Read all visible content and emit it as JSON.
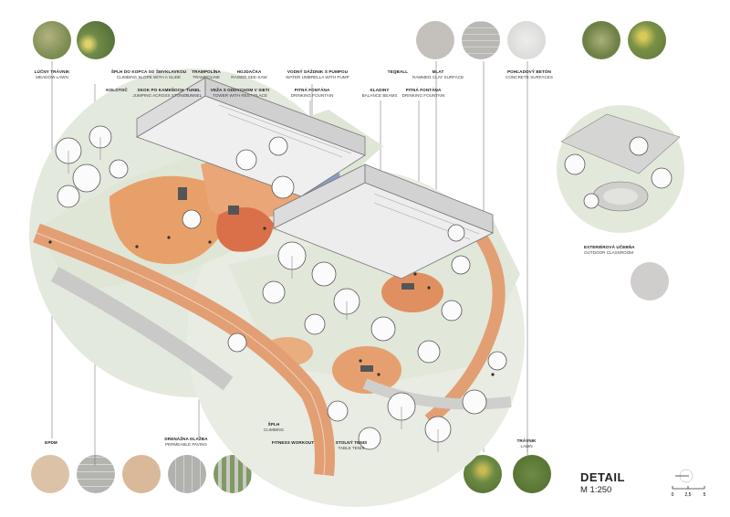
{
  "title": "DETAIL",
  "scale": "M 1:250",
  "scale_bar": {
    "ticks": [
      "0",
      "2,5",
      "5"
    ]
  },
  "labels": {
    "lucny_travnik": {
      "cz": "LÚČNY TRÁVNIK",
      "en": "MEADOW LAWN"
    },
    "splh_do_kopca": {
      "cz": "ŠPLH DO KOPCA SO ŠMYKLAVKOU",
      "en": "CLIMBING SLOPE WITH A SLIDE"
    },
    "trampolina": {
      "cz": "TRAMPOLÍNA",
      "en": "TRAMPOLINE"
    },
    "hojdacka": {
      "cz": "HOJDAČKA",
      "en": "RAISED SEE-SAW"
    },
    "vodny_dazdnik": {
      "cz": "VODNÝ DÁŽDNIK S PUMPOU",
      "en": "WATER UMBRELLA WITH PUMP"
    },
    "teqball": {
      "cz": "TEQBALL",
      "en": ""
    },
    "mlat": {
      "cz": "MLAT",
      "en": "RAMMED CLAY SURFACE"
    },
    "pohladovy_beton": {
      "cz": "POHĽADOVÝ BETÓN",
      "en": "CONCRETE SURFACES"
    },
    "kolotoc": {
      "cz": "KOLOTOČ",
      "en": ""
    },
    "skok_po_kamenoch": {
      "cz": "SKOK PO KAMEŇOCH",
      "en": "JUMPING ACROSS STONES"
    },
    "tunel": {
      "cz": "TUNEL",
      "en": "TUNNEL"
    },
    "veza": {
      "cz": "VEŽA S ODDYCHOM V SIETI",
      "en": "TOWER WITH REST PLACE"
    },
    "picia_fontana_1": {
      "cz": "PITNÁ FONTÁNA",
      "en": "DRINKING FOUNTAIN"
    },
    "kladiny": {
      "cz": "KLADINY",
      "en": "BALANCE BEAMS"
    },
    "picia_fontana_2": {
      "cz": "PITNÁ FONTÁNA",
      "en": "DRINKING FOUNTAIN"
    },
    "epdm": {
      "cz": "EPDM",
      "en": ""
    },
    "drenazna_dlazba": {
      "cz": "DRENÁŽNA DLAŽBA",
      "en": "PERMEABLE PAVING"
    },
    "splh": {
      "cz": "ŠPLH",
      "en": "CLIMBING"
    },
    "fitness": {
      "cz": "FITNESS WORKOUT",
      "en": ""
    },
    "stolny_tenis": {
      "cz": "STOLNÝ TENIS",
      "en": "TABLE TENIS"
    },
    "travnik": {
      "cz": "TRÁVNIK",
      "en": "LAWN"
    },
    "exterierova_ucebna": {
      "cz": "EXTERIÉROVÁ UČEBŇA",
      "en": "OUTDOOR CLASSROOM"
    }
  },
  "colors": {
    "epdm_orange": "#e8a06a",
    "epdm_red": "#d9704a",
    "water_blue": "#8a9dc4",
    "lawn_green": "#dfe8d6",
    "paving_gray": "#c9c9c7",
    "meadow": "#7d8f5a"
  }
}
